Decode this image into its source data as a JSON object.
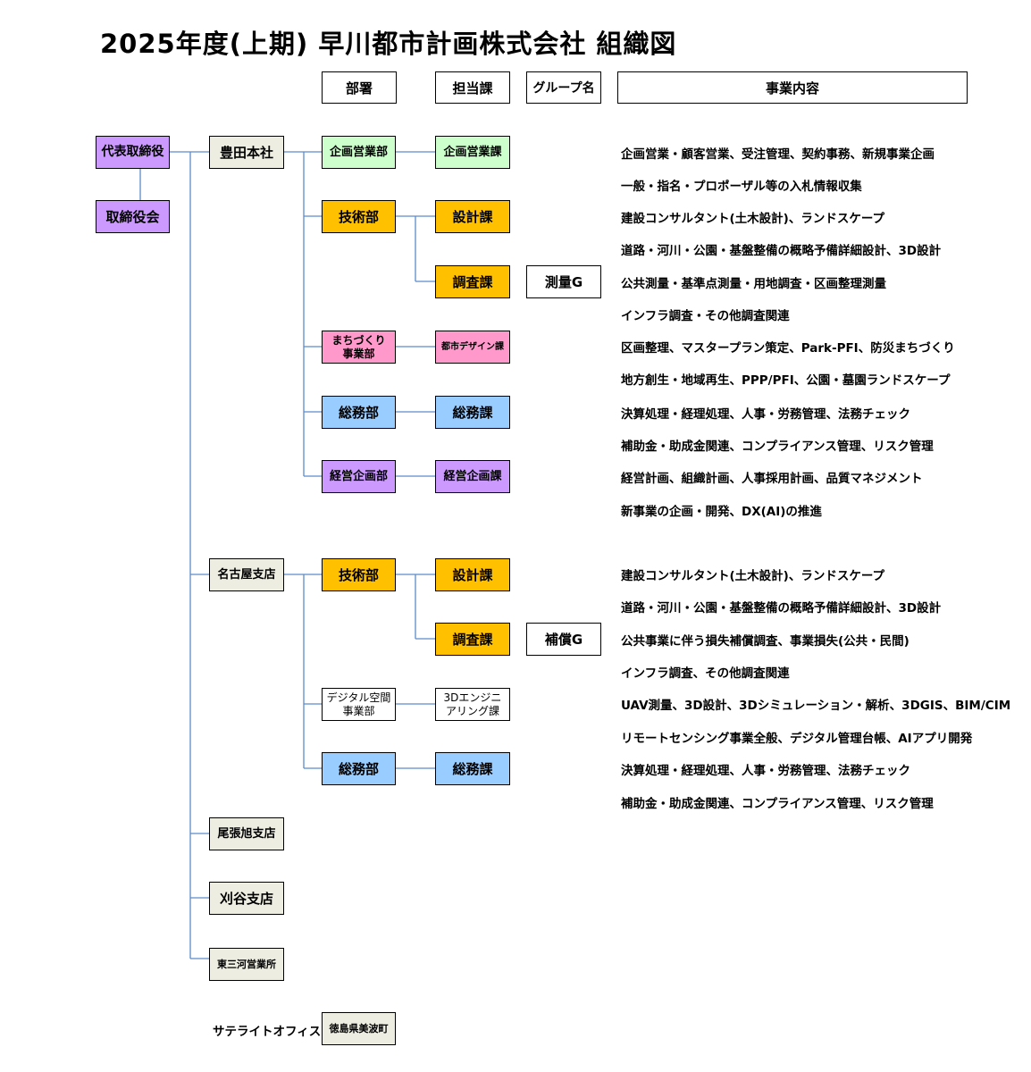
{
  "title": "2025年度(上期)  早川都市計画株式会社  組織図",
  "headers": {
    "department": "部署",
    "section": "担当課",
    "group": "グループ名",
    "business": "事業内容"
  },
  "colors": {
    "executive": "#cc99ff",
    "office": "#eeede2",
    "sales": "#ccffcc",
    "technical": "#ffc000",
    "town_planning": "#ff99cc",
    "general_affairs": "#99ccff",
    "line": "#5b8bc9"
  },
  "executives": {
    "president": "代表取締役",
    "board": "取締役会"
  },
  "offices": {
    "toyota": "豊田本社",
    "nagoya": "名古屋支店",
    "owariasahi": "尾張旭支店",
    "kariya": "刈谷支店",
    "higashimikawa": "東三河営業所",
    "satellite_label": "サテライトオフィス",
    "satellite": "徳島県美波町"
  },
  "toyota": {
    "sales_dept": "企画営業部",
    "sales_section": "企画営業課",
    "tech_dept": "技術部",
    "design_section": "設計課",
    "survey_section": "調査課",
    "survey_group": "測量G",
    "town_dept_line1": "まちづくり",
    "town_dept_line2": "事業部",
    "town_section": "都市デザイン課",
    "ga_dept": "総務部",
    "ga_section": "総務課",
    "mgmt_dept": "経営企画部",
    "mgmt_section": "経営企画課"
  },
  "nagoya": {
    "tech_dept": "技術部",
    "design_section": "設計課",
    "survey_section": "調査課",
    "comp_group": "補償G",
    "digital_dept_line1": "デジタル空間",
    "digital_dept_line2": "事業部",
    "eng_section_line1": "3Dエンジニ",
    "eng_section_line2": "アリング課",
    "ga_dept": "総務部",
    "ga_section": "総務課"
  },
  "business": [
    "企画営業・顧客営業、受注管理、契約事務、新規事業企画",
    "一般・指名・プロポーザル等の入札情報収集",
    "建設コンサルタント(土木設計)、ランドスケープ",
    "道路・河川・公園・基盤整備の概略予備詳細設計、3D設計",
    "公共測量・基準点測量・用地調査・区画整理測量",
    "インフラ調査・その他調査関連",
    "区画整理、マスタープラン策定、Park-PFI、防災まちづくり",
    "地方創生・地域再生、PPP/PFI、公園・墓園ランドスケープ",
    "決算処理・経理処理、人事・労務管理、法務チェック",
    "補助金・助成金関連、コンプライアンス管理、リスク管理",
    "経営計画、組織計画、人事採用計画、品質マネジメント",
    "新事業の企画・開発、DX(AI)の推進",
    "建設コンサルタント(土木設計)、ランドスケープ",
    "道路・河川・公園・基盤整備の概略予備詳細設計、3D設計",
    "公共事業に伴う損失補償調査、事業損失(公共・民間)",
    "インフラ調査、その他調査関連",
    "UAV測量、3D設計、3Dシミュレーション・解析、3DGIS、BIM/CIM",
    "リモートセンシング事業全般、デジタル管理台帳、AIアプリ開発",
    "決算処理・経理処理、人事・労務管理、法務チェック",
    "補助金・助成金関連、コンプライアンス管理、リスク管理"
  ]
}
